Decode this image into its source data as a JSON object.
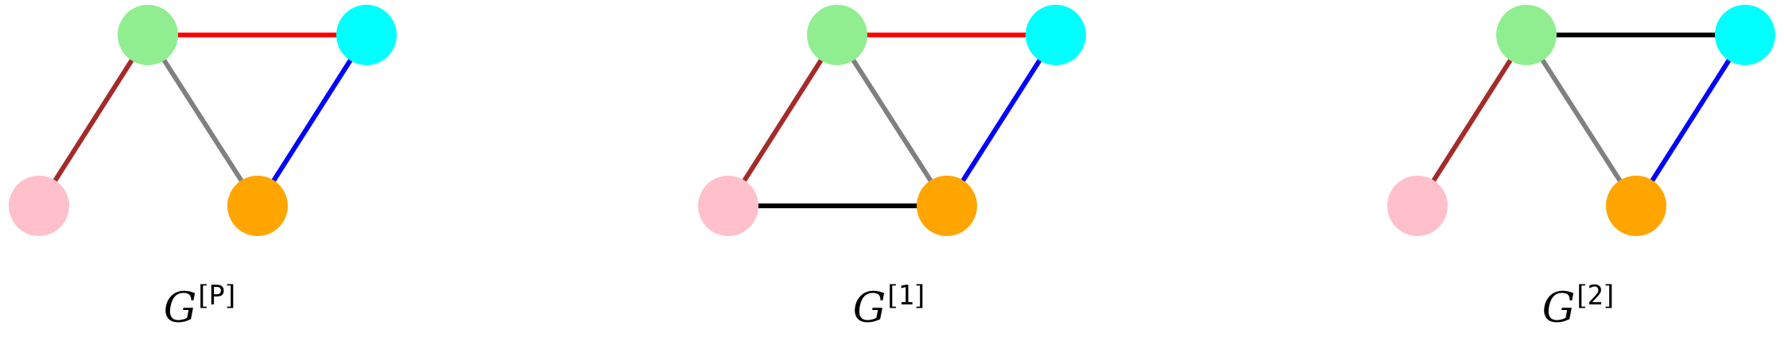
{
  "colors": {
    "pink": "#ffc0cb",
    "green": "#90ee90",
    "cyan": "#00ffff",
    "orange": "#ffa500",
    "brown": "#a52a2a",
    "red": "#ff0000",
    "gray": "#808080",
    "blue": "#0000ff",
    "black": "#000000"
  },
  "graphs": [
    {
      "symbol": "G",
      "superscript": "P",
      "edges": [
        {
          "from": "pink",
          "to": "green",
          "color": "brown"
        },
        {
          "from": "green",
          "to": "cyan",
          "color": "red"
        },
        {
          "from": "green",
          "to": "orange",
          "color": "gray"
        },
        {
          "from": "cyan",
          "to": "orange",
          "color": "blue"
        }
      ]
    },
    {
      "symbol": "G",
      "superscript": "1",
      "edges": [
        {
          "from": "pink",
          "to": "green",
          "color": "brown"
        },
        {
          "from": "green",
          "to": "cyan",
          "color": "red"
        },
        {
          "from": "green",
          "to": "orange",
          "color": "gray"
        },
        {
          "from": "cyan",
          "to": "orange",
          "color": "blue"
        },
        {
          "from": "pink",
          "to": "orange",
          "color": "black"
        }
      ]
    },
    {
      "symbol": "G",
      "superscript": "2",
      "edges": [
        {
          "from": "pink",
          "to": "green",
          "color": "brown"
        },
        {
          "from": "green",
          "to": "cyan",
          "color": "black"
        },
        {
          "from": "green",
          "to": "orange",
          "color": "gray"
        },
        {
          "from": "cyan",
          "to": "orange",
          "color": "blue"
        }
      ]
    }
  ]
}
